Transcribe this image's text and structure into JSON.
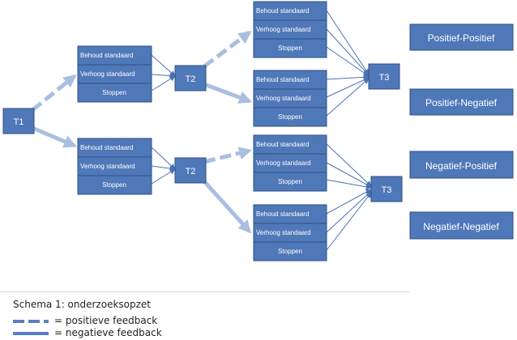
{
  "diagram": {
    "nodes": {
      "t1": "T1",
      "t2": "T2",
      "t3": "T3",
      "option_keep": "Behoud  standaard",
      "option_raise": "Verhoog standaard",
      "option_stop": "Stoppen"
    },
    "outcomes": [
      "Positief-Positief",
      "Positief-Negatief",
      "Negatief-Positief",
      "Negatief-Negatief"
    ]
  },
  "legend": {
    "title": "Schema 1: onderzoeksopzet",
    "positive": "= positieve feedback",
    "negative": "= negatieve feedback"
  },
  "colors": {
    "box_fill": "#4f78b9",
    "box_border": "#2e4f86",
    "arrow_light": "#a9bfe0",
    "thin_arrow": "#4a73b3"
  }
}
